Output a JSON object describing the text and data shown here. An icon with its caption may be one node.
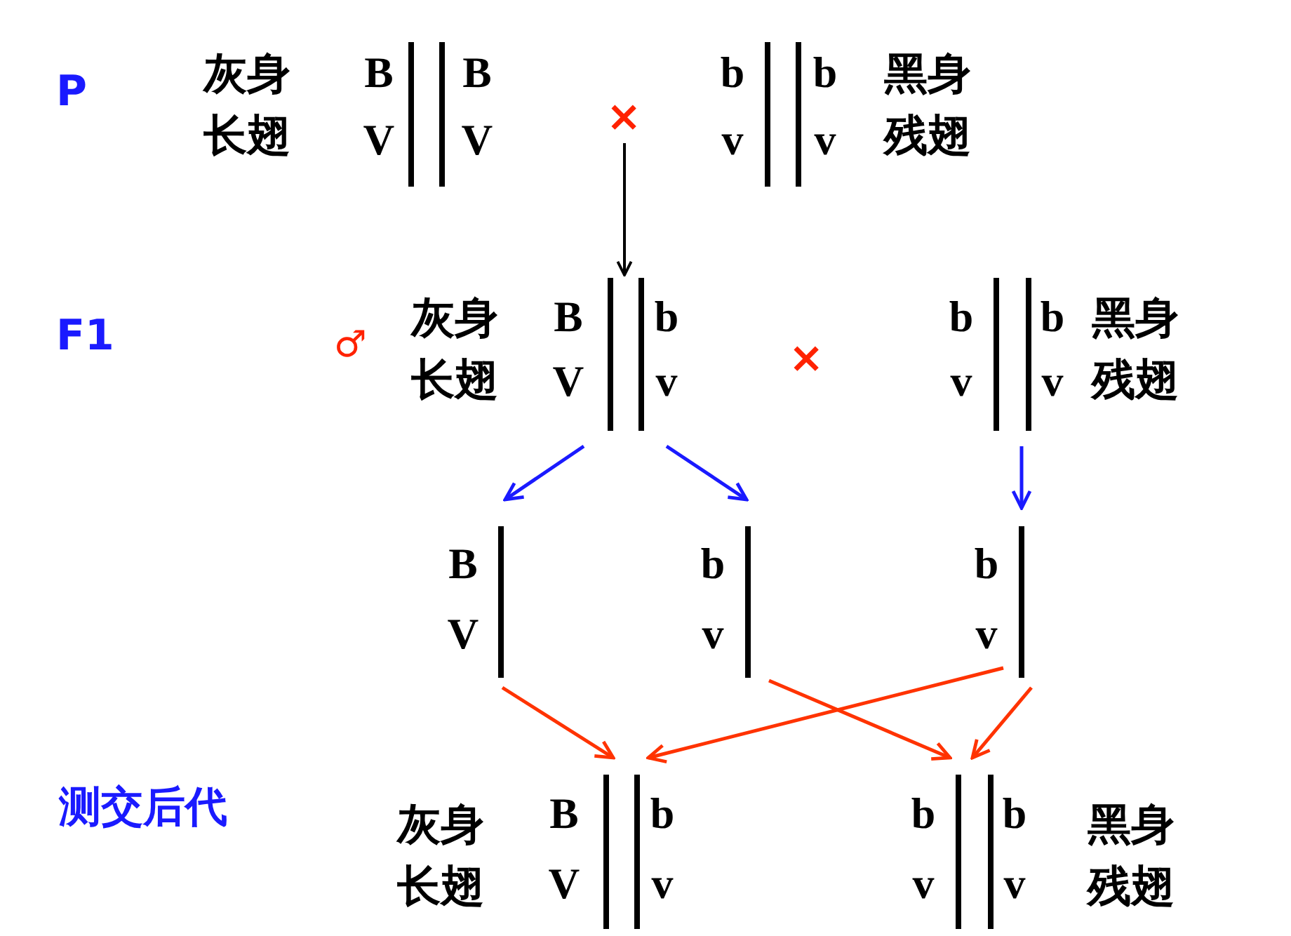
{
  "diagram": {
    "nodes": [
      {
        "text": [
          "B",
          "V",
          "B",
          "V"
        ],
        "beside": [
          "灰身",
          "长翅"
        ]
      },
      {
        "text": [
          "×"
        ]
      },
      {
        "text": [
          "b",
          "v",
          "b",
          "v"
        ],
        "beside": [
          "黑身",
          "残翅"
        ]
      },
      {
        "text": [
          "B",
          "V",
          "b",
          "v"
        ],
        "beside": [
          "灰身",
          "长翅"
        ]
      },
      {
        "text": [
          "b",
          "v",
          "b",
          "v"
        ],
        "beside": [
          "黑身",
          "残翅"
        ]
      },
      {
        "text": [
          "B",
          "V"
        ]
      },
      {
        "text": [
          "b",
          "v"
        ]
      },
      {
        "text": [
          "b",
          "v"
        ]
      },
      {
        "text": [
          "B",
          "V",
          "b",
          "v"
        ],
        "beside": [
          "灰身",
          "长翅"
        ]
      },
      {
        "text": [
          "b",
          "v",
          "b",
          "v"
        ],
        "beside": [
          "黑身",
          "残翅"
        ]
      }
    ],
    "edges": [
      {
        "from": 1,
        "to": 3,
        "arrow": "to",
        "color": "#000000"
      },
      {
        "from": 3,
        "to": 5,
        "arrow": "to",
        "color": "#1a1aff"
      },
      {
        "from": 3,
        "to": 6,
        "arrow": "to",
        "color": "#1a1aff"
      },
      {
        "from": 4,
        "to": 7,
        "arrow": "to",
        "color": "#1a1aff"
      },
      {
        "from": 5,
        "to": 8,
        "arrow": "to"
      },
      {
        "from": 6,
        "to": 9,
        "arrow": "to"
      },
      {
        "from": 7,
        "to": 8,
        "arrow": "to"
      },
      {
        "from": 7,
        "to": 9,
        "arrow": "to"
      }
    ],
    "labels": [
      "P",
      "F1",
      "♂",
      "×",
      "测交后代"
    ]
  }
}
